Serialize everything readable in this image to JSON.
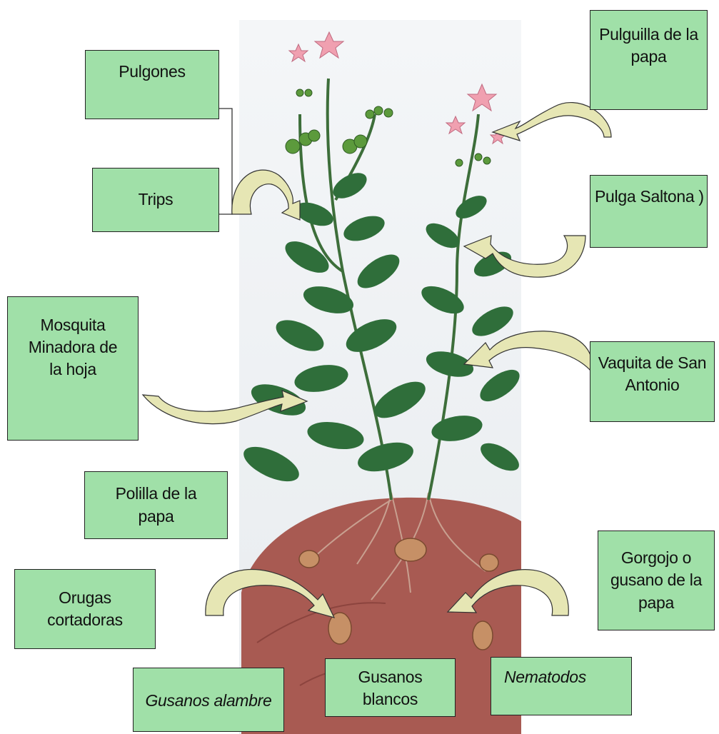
{
  "pests": {
    "pulgones": "Pulgones",
    "trips": "Trips",
    "pulguilla": "Pulguilla de la\npapa",
    "pulga_saltona": "Pulga Saltona )",
    "mosquita": "Mosquita\nMinadora de\nla hoja",
    "vaquita": "Vaquita de San\nAntonio",
    "polilla": "Polilla de la\npapa",
    "gorgojo": "Gorgojo o\ngusano de la\npapa",
    "orugas": "Orugas\ncortadoras",
    "gusanos_alambre": "Gusanos alambre",
    "gusanos_blancos": "Gusanos\nblancos",
    "nematodos": "Nematodos"
  },
  "colors": {
    "label_fill": "#a0e0a8",
    "arrow_fill": "#e6e6b4",
    "arrow_shadow": "#b4b090",
    "soil": "#a85a52",
    "leaf": "#2f6e3a",
    "flower": "#f0a0b0"
  }
}
